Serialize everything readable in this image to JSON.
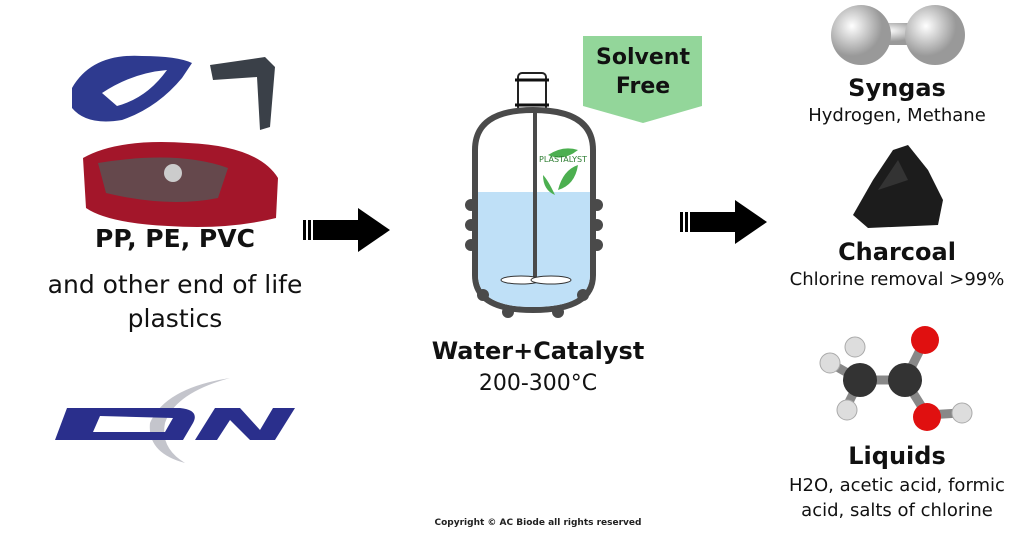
{
  "input": {
    "title": "PP, PE, PVC",
    "line1": "and other end of life",
    "line2": "plastics",
    "logo_text": "DN"
  },
  "process": {
    "badge_line1": "Solvent",
    "badge_line2": "Free",
    "title": "Water+Catalyst",
    "temperature": "200-300°C",
    "catalyst_logo_text": "PLASTALYST"
  },
  "outputs": [
    {
      "title": "Syngas",
      "desc": [
        "Hydrogen, Methane"
      ]
    },
    {
      "title": "Charcoal",
      "desc": [
        "Chlorine removal >99%"
      ]
    },
    {
      "title": "Liquids",
      "desc": [
        "H2O, acetic acid, formic",
        "acid, salts of chlorine"
      ]
    }
  ],
  "footer": {
    "copyright": "Copyright © AC Biode all rights reserved"
  },
  "colors": {
    "badge": "#93d69a",
    "logo_blue": "#2a2f8c",
    "liquid": "#bfe0f7",
    "vessel": "#4a4a4a"
  }
}
